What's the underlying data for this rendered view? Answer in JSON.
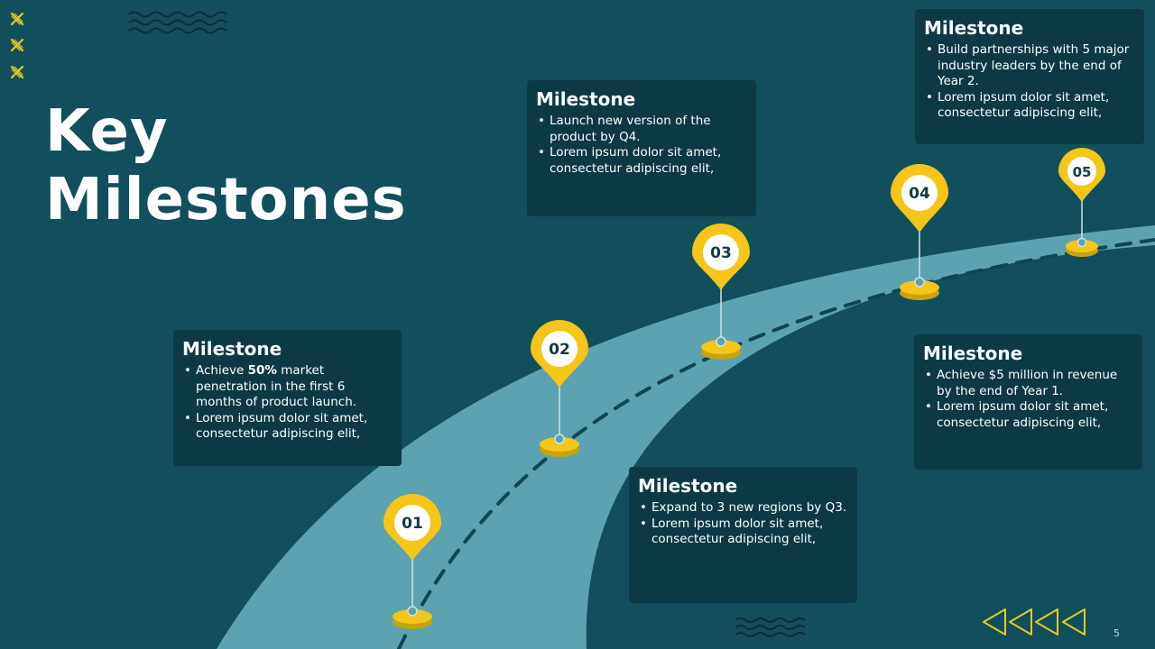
{
  "slide": {
    "title_line1": "Key",
    "title_line2": "Milestones",
    "page_number": "5"
  },
  "colors": {
    "background": "#124f5c",
    "road": "#5ba3b0",
    "card": "#0b3a45",
    "pin": "#f5c518",
    "coin": "#f5c518",
    "text": "#ffffff"
  },
  "pins": [
    {
      "label": "01"
    },
    {
      "label": "02"
    },
    {
      "label": "03"
    },
    {
      "label": "04"
    },
    {
      "label": "05"
    }
  ],
  "cards": [
    {
      "title": "Milestone",
      "bullet1_pre": "Achieve ",
      "bullet1_bold": "50%",
      "bullet1_post": " market penetration in the first 6 months of product launch.",
      "bullet2": "Lorem ipsum dolor sit amet, consectetur adipiscing elit,"
    },
    {
      "title": "Milestone",
      "bullet1": "Launch new version of the product by Q4.",
      "bullet2": "Lorem ipsum dolor sit amet, consectetur adipiscing elit,"
    },
    {
      "title": "Milestone",
      "bullet1": "Expand to 3 new regions by Q3.",
      "bullet2": "Lorem ipsum dolor sit amet, consectetur adipiscing elit,"
    },
    {
      "title": "Milestone",
      "bullet1": "Build partnerships with 5 major industry leaders by the end of Year 2.",
      "bullet2": "Lorem ipsum dolor sit amet, consectetur adipiscing elit,"
    },
    {
      "title": "Milestone",
      "bullet1": "Achieve $5 million in revenue by the end of Year 1.",
      "bullet2": "Lorem ipsum dolor sit amet, consectetur adipiscing elit,"
    }
  ],
  "decorations": {
    "corner_icon": "cross-icon",
    "wave_icon": "wave-icon",
    "arrow_icon": "triangle-arrow-left-icon"
  }
}
